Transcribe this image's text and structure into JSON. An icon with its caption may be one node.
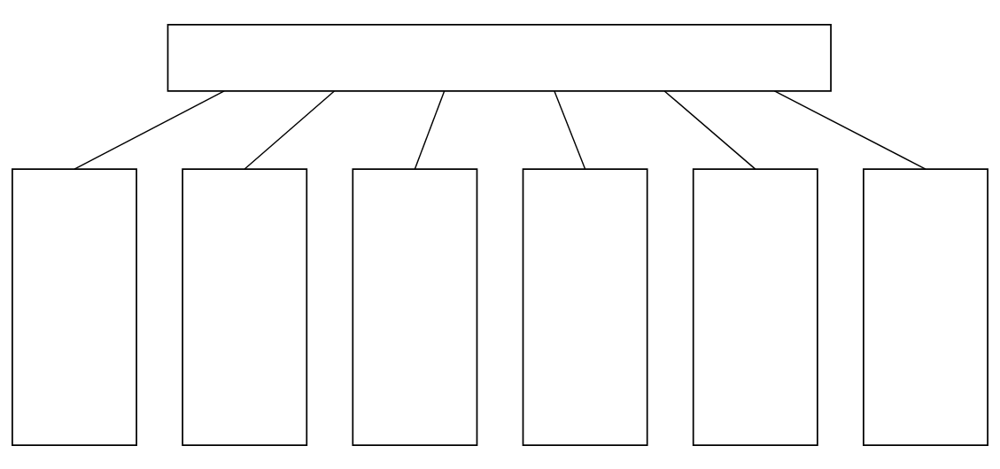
{
  "diagram": {
    "nodes": [
      {
        "text": [],
        "shape": "box"
      },
      {
        "text": [],
        "shape": "box"
      },
      {
        "text": [],
        "shape": "box"
      },
      {
        "text": [],
        "shape": "box"
      },
      {
        "text": [],
        "shape": "box"
      },
      {
        "text": [],
        "shape": "box"
      },
      {
        "text": [],
        "shape": "box"
      }
    ],
    "edges": [
      {
        "from": 0,
        "to": 1,
        "arrow": "none"
      },
      {
        "from": 0,
        "to": 2,
        "arrow": "none"
      },
      {
        "from": 0,
        "to": 3,
        "arrow": "none"
      },
      {
        "from": 0,
        "to": 4,
        "arrow": "none"
      },
      {
        "from": 0,
        "to": 5,
        "arrow": "none"
      },
      {
        "from": 0,
        "to": 6,
        "arrow": "none"
      }
    ]
  }
}
